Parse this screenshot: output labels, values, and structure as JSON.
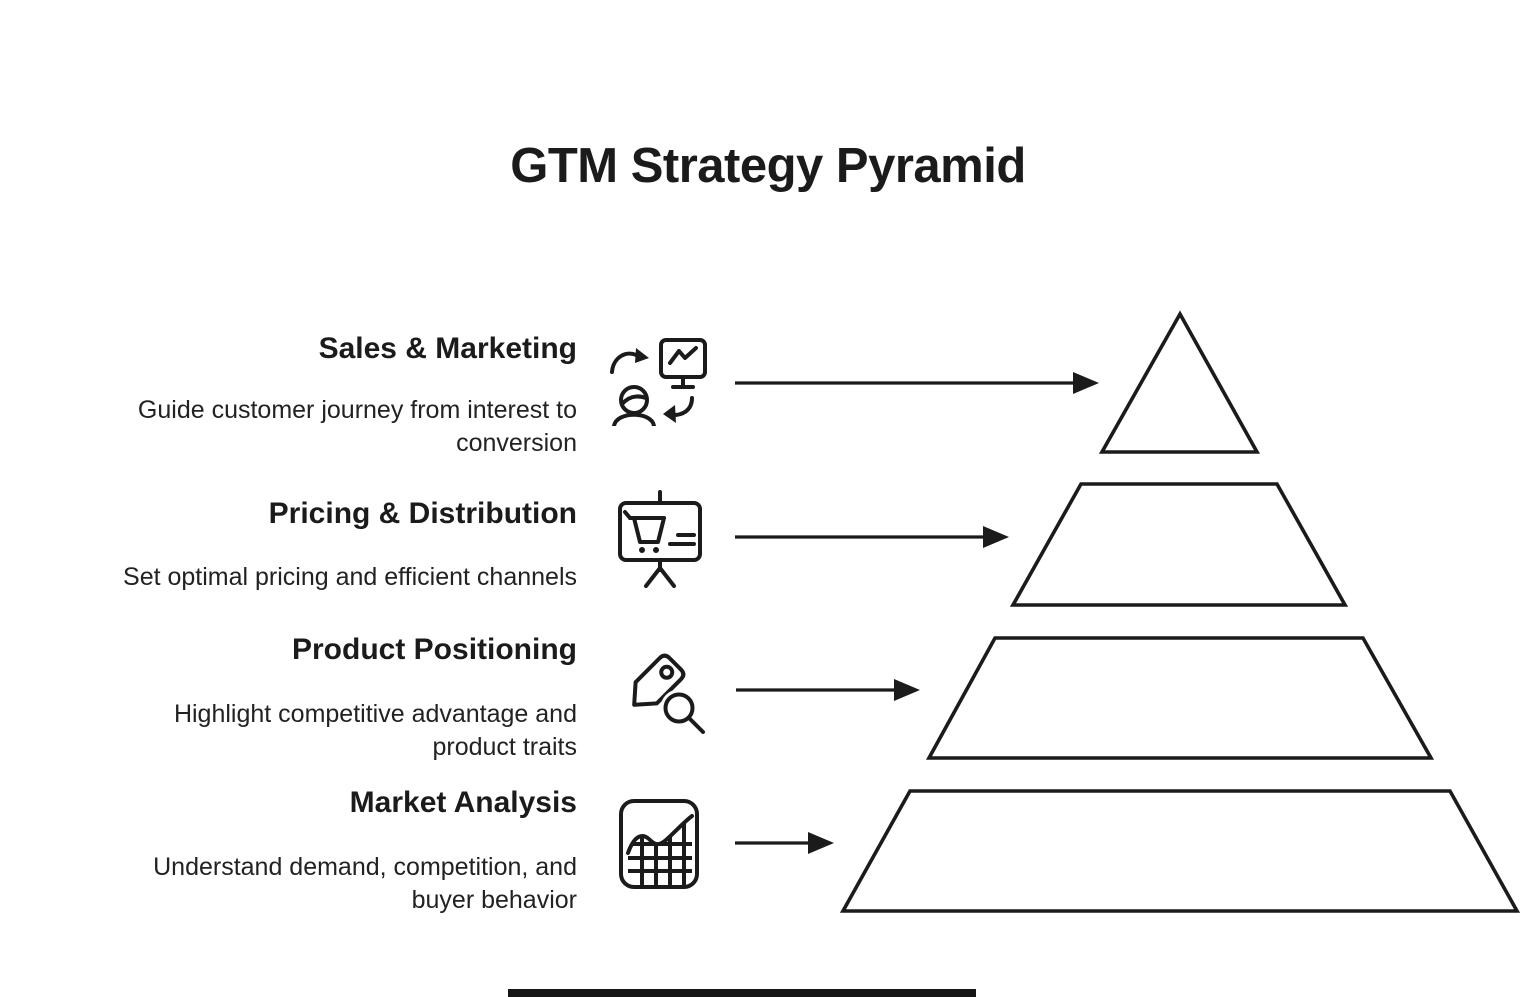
{
  "title": "GTM Strategy Pyramid",
  "colors": {
    "ink": "#1b1b1b",
    "background": "#ffffff"
  },
  "levels": [
    {
      "name": "Sales & Marketing",
      "description": "Guide customer journey from interest to conversion",
      "icon": "customer-journey-presentation-icon"
    },
    {
      "name": "Pricing & Distribution",
      "description": "Set optimal pricing and efficient channels",
      "icon": "easel-shopping-cart-icon"
    },
    {
      "name": "Product Positioning",
      "description": "Highlight competitive advantage and product traits",
      "icon": "tag-magnifier-icon"
    },
    {
      "name": "Market Analysis",
      "description": "Understand demand, competition, and buyer behavior",
      "icon": "chart-grid-icon"
    }
  ]
}
